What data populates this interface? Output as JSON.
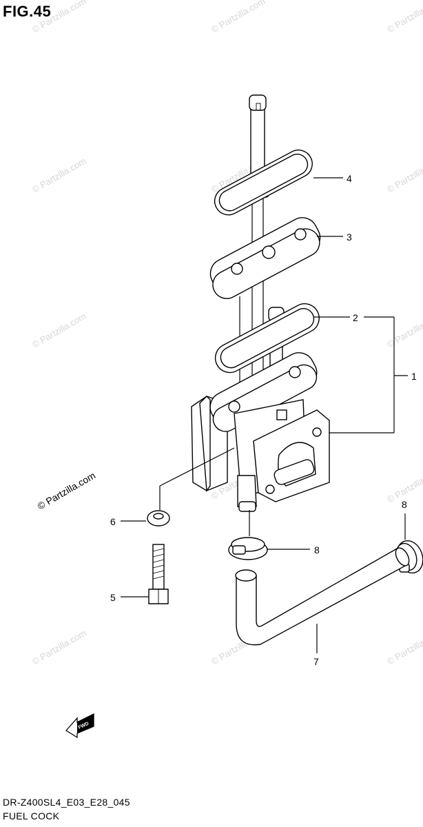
{
  "figure": {
    "title": "FIG.45",
    "diagram_code": "DR-Z400SL4_E03_E28_045",
    "section_name": "FUEL COCK"
  },
  "callouts": [
    {
      "id": "callout-1",
      "label": "1"
    },
    {
      "id": "callout-2",
      "label": "2"
    },
    {
      "id": "callout-3",
      "label": "3"
    },
    {
      "id": "callout-4",
      "label": "4"
    },
    {
      "id": "callout-5",
      "label": "5"
    },
    {
      "id": "callout-6",
      "label": "6"
    },
    {
      "id": "callout-7",
      "label": "7"
    },
    {
      "id": "callout-8a",
      "label": "8"
    },
    {
      "id": "callout-8b",
      "label": "8"
    }
  ],
  "watermark": {
    "text": "© Partzilla.com",
    "color": "#d6d6d6"
  },
  "fwd_arrow_label": "FWD"
}
